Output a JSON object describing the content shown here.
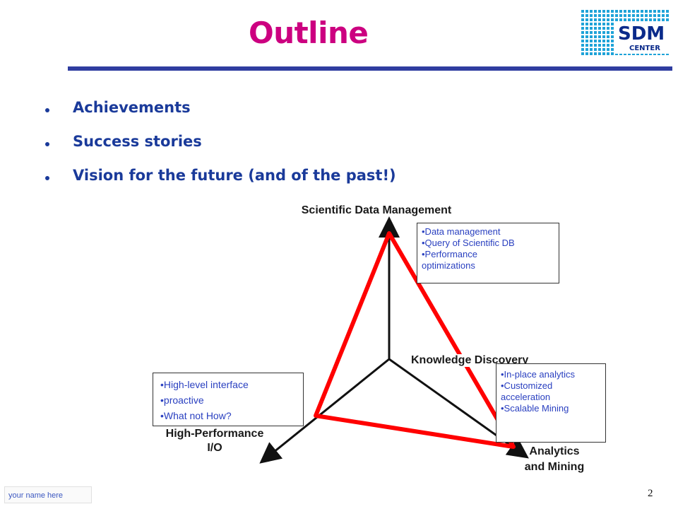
{
  "slide": {
    "title": "Outline",
    "bullets": [
      "Achievements",
      "Success stories",
      "Vision for the future (and of the past!)"
    ],
    "logo": {
      "text_top": "SDM",
      "text_bottom": "CENTER",
      "color": "#1fa3d8"
    },
    "diagram": {
      "axis_top": "Scientific Data Management",
      "axis_center": "Knowledge Discovery",
      "axis_left": [
        "High-Performance",
        "I/O"
      ],
      "axis_right": [
        "Analytics",
        "and Mining"
      ],
      "box_top": [
        "•Data management",
        "•Query of Scientific DB",
        "•Performance",
        "optimizations"
      ],
      "box_left": [
        "•High-level interface",
        "•proactive",
        "•What not How?"
      ],
      "box_right": [
        "•In-place analytics",
        "•Customized",
        "acceleration",
        "•Scalable Mining"
      ],
      "triangle_color": "#ff0000"
    },
    "footer": {
      "name": "your name here",
      "page": "2"
    },
    "accent_colors": {
      "title": "#cc0080",
      "bullets": "#1a3a9a",
      "rule": "#2f3da0",
      "box_text": "#2a40c0"
    }
  }
}
